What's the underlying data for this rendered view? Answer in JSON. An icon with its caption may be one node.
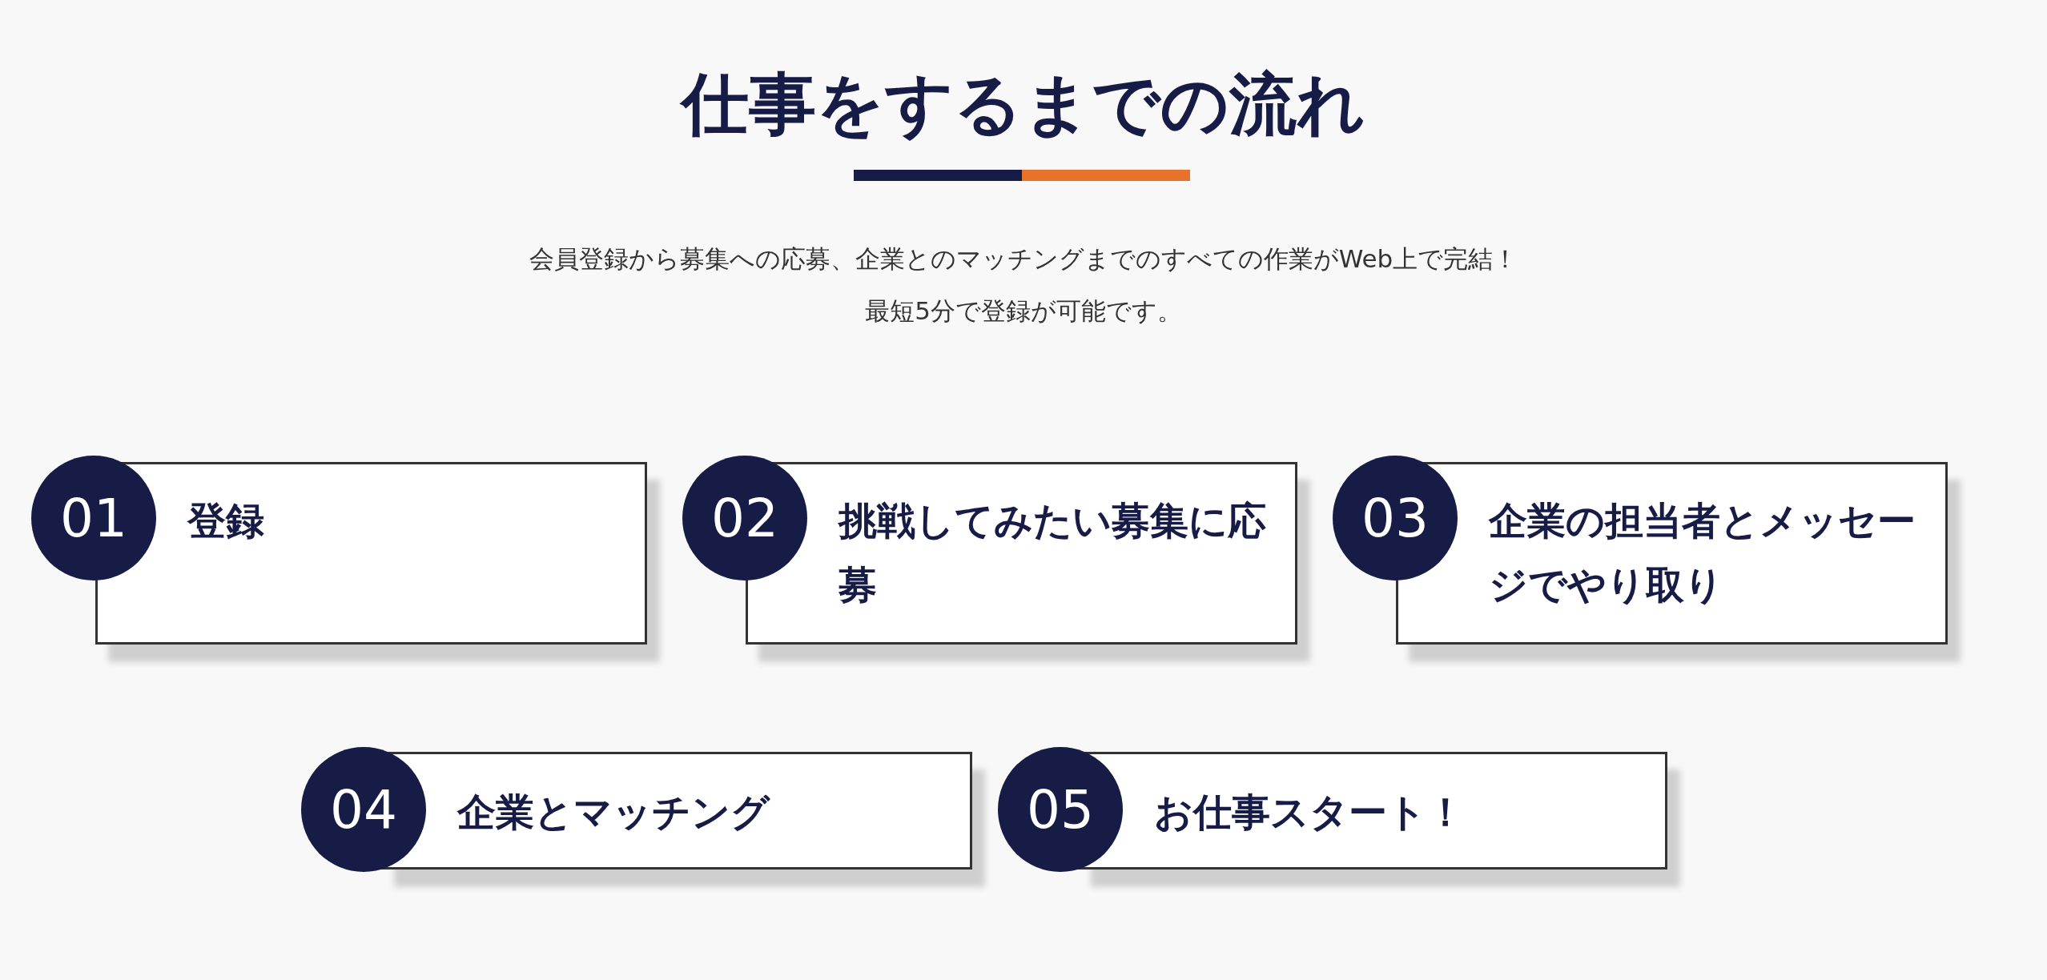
{
  "diagram": {
    "title": "仕事をするまでの流れ",
    "nodes": [
      {
        "text": [
          "01"
        ]
      },
      {
        "text": [
          "登録"
        ]
      },
      {
        "text": [
          "02"
        ]
      },
      {
        "text": [
          "挑戦してみたい募集に応募"
        ]
      },
      {
        "text": [
          "03"
        ]
      },
      {
        "text": [
          "企業の担当者とメッセージでやり取り"
        ]
      },
      {
        "text": [
          "04"
        ]
      },
      {
        "text": [
          "企業とマッチング"
        ]
      },
      {
        "text": [
          "05"
        ]
      },
      {
        "text": [
          "お仕事スタート！"
        ]
      }
    ],
    "labels": [
      "会員登録から募集への応募、企業とのマッチングまでのすべての作業がWeb上で完結！",
      "最短5分で登録が可能です。"
    ]
  }
}
